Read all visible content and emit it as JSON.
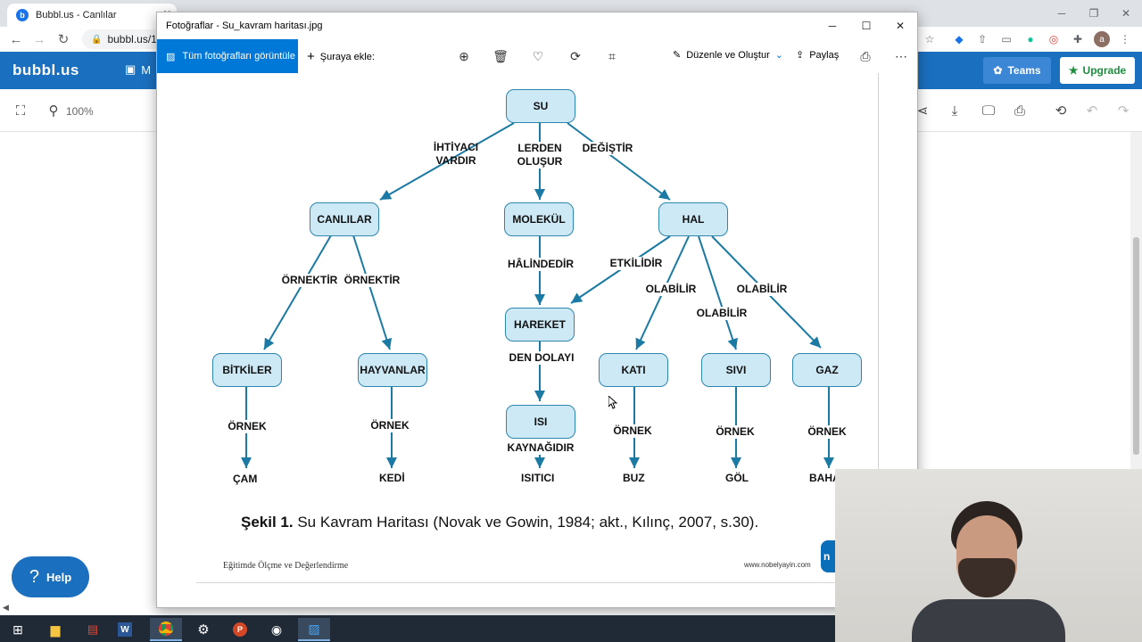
{
  "browser": {
    "tab_title": "Bubbl.us - Canlılar",
    "url": "bubbl.us/1"
  },
  "bubbl": {
    "logo": "bubbl.us",
    "menu_label": "M",
    "teams_label": "Teams",
    "upgrade_label": "Upgrade",
    "zoom": "100%",
    "help_label": "Help"
  },
  "photos": {
    "title": "Fotoğraflar - Su_kavram haritası.jpg",
    "view_all_label": "Tüm fotoğrafları görüntüle",
    "add_to_label": "Şuraya ekle:",
    "edit_create_label": "Düzenle ve Oluştur",
    "share_label": "Paylaş"
  },
  "concept_map": {
    "nodes": {
      "su": "SU",
      "canlilar": "CANLILAR",
      "molekul": "MOLEKÜL",
      "hal": "HAL",
      "hareket": "HAREKET",
      "bitkiler": "BİTKİLER",
      "hayvanlar": "HAYVANLAR",
      "isi": "ISI",
      "kati": "KATI",
      "sivi": "SIVI",
      "gaz": "GAZ"
    },
    "links": {
      "ihtiyaci_1": "İHTİYACI",
      "ihtiyaci_2": "VARDIR",
      "lerden_1": "LERDEN",
      "lerden_2": "OLUŞUR",
      "degistir": "DEĞİŞTİR",
      "ornektir_1": "ÖRNEKTİR",
      "ornektir_2": "ÖRNEKTİR",
      "halindedir": "HÂLİNDEDİR",
      "etkilidir": "ETKİLİDİR",
      "olabilir_1": "OLABİLİR",
      "olabilir_2": "OLABİLİR",
      "olabilir_3": "OLABİLİR",
      "den_dolayi": "DEN DOLAYI",
      "kaynagidir": "KAYNAĞIDIR",
      "ornek_1": "ÖRNEK",
      "ornek_2": "ÖRNEK",
      "ornek_3": "ÖRNEK",
      "ornek_4": "ÖRNEK",
      "ornek_5": "ÖRNEK"
    },
    "leaves": {
      "cam": "ÇAM",
      "kedi": "KEDİ",
      "isitici": "ISITICI",
      "buz": "BUZ",
      "gol": "GÖL",
      "bahar": "BAHA"
    },
    "caption_bold": "Şekil 1.",
    "caption_text": " Su Kavram Haritası (Novak ve Gowin, 1984; akt., Kılınç, 2007, s.30).",
    "footer_left": "Eğitimde Ölçme ve Değerlendirme",
    "footer_right": "www.nobelyayin.com",
    "footer_logo": "n"
  },
  "colors": {
    "bubbl_blue": "#1b6fbf",
    "node_fill": "#cde9f6",
    "node_border": "#2d87ad",
    "arrow": "#1b7aa3",
    "photos_accent": "#0078d7"
  }
}
